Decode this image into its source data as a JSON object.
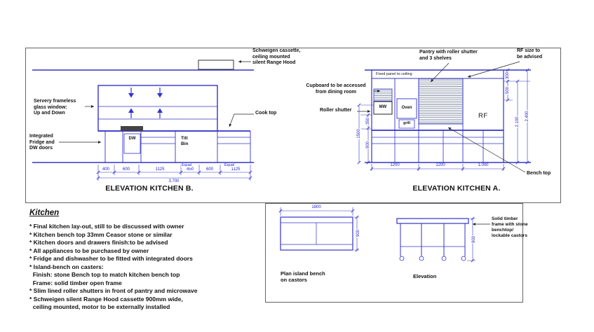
{
  "colors": {
    "line_blue": "#3333cc",
    "dim_blue": "#2222cc",
    "leader_black": "#222222",
    "hatch": "#5f6d86",
    "border_gray": "#555555",
    "ink": "#111111"
  },
  "elevation_b": {
    "title": "ELEVATION KITCHEN B.",
    "labels": {
      "range_hood": "Schweigen cassette,\nceiling mounted\nsilent Range Hood",
      "servery": "Servery frameless\nglass window:\nUp and Down",
      "fridge": "Integrated\nFridge and\nDW doors",
      "cooktop": "Cook top",
      "dw": "DW",
      "tilt_bin": "Tilt\nBin"
    },
    "dims": {
      "segments": [
        "400",
        "600",
        "1125",
        "450",
        "600",
        "1125"
      ],
      "equal1": "Equal",
      "equal2": "Equal",
      "total": "3.700"
    }
  },
  "elevation_a": {
    "title": "ELEVATION KITCHEN A.",
    "labels": {
      "pantry": "Pantry with roller shutter\nand 3 shelves",
      "rf_size": "RF size to\nbe advised",
      "fixed_panel": "Fixed panel to ceiling",
      "cupboard": "Cupboard to be accessed\nfrom dining room",
      "roller_shutter": "Roller shutter",
      "mw": "MW",
      "oven": "Oven",
      "grill": "grill",
      "rf": "RF",
      "bench_top": "Bench top"
    },
    "dims": {
      "bottom": [
        "1200",
        "1200",
        "1.000"
      ],
      "left": {
        "h1500": "1500",
        "h350": "350",
        "h900": "900"
      },
      "right": {
        "d300": "300",
        "d500": "500",
        "d2100": "2.100",
        "d2400": "2.400"
      }
    }
  },
  "island": {
    "plan_label": "Plan island bench\non castors",
    "elevation_label": "Elevation",
    "timber_note": "Solid timber\nframe with stone\nbenchtop/\nlockable castors",
    "dims": {
      "w1800": "1800",
      "d900_plan": "900",
      "d900_elev": "900"
    }
  },
  "notes": {
    "heading": "Kitchen",
    "lines": [
      "* Final kitchen lay-out, still to be discussed with owner",
      "* Kitchen bench top 33mm Ceasor stone or similar",
      "* Kitchen doors and drawers finish:to be advised",
      "* All appliances to be purchased by owner",
      "* Fridge and dishwasher to be fitted with integrated doors",
      "* Island-bench on casters:",
      "  Finish: stone Bench top to match kitchen bench top",
      "  Frame: solid timber open frame",
      "* Slim lined roller shutters in front of pantry and microwave",
      "* Schweigen silent Range Hood cassette 900mm wide,",
      "  ceiling mounted, motor to be externally installed"
    ]
  }
}
